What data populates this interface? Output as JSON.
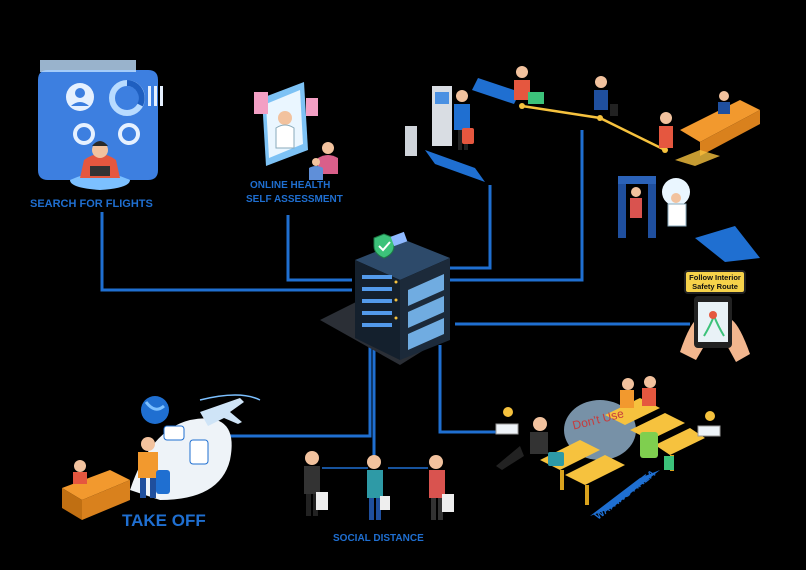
{
  "labels": {
    "search_flights": "SEARCH FOR FLIGHTS",
    "online_self_assessment_1": "ONLINE HEALTH",
    "online_self_assessment_2": "SELF ASSESSMENT",
    "take_off": "TAKE OFF",
    "social_distance": "SOCIAL DISTANCE",
    "waiting_area": "WAITING AREA",
    "interior_sign_1": "Follow Interior",
    "interior_sign_2": "Safety Route",
    "dont_use": "Don't Use"
  },
  "colors": {
    "background": "#000000",
    "connector": "#1f6fd1",
    "label": "#1f6fd1",
    "accent_yellow": "#f6c23e",
    "accent_orange": "#f2992e",
    "server": "#1c2a3a"
  }
}
